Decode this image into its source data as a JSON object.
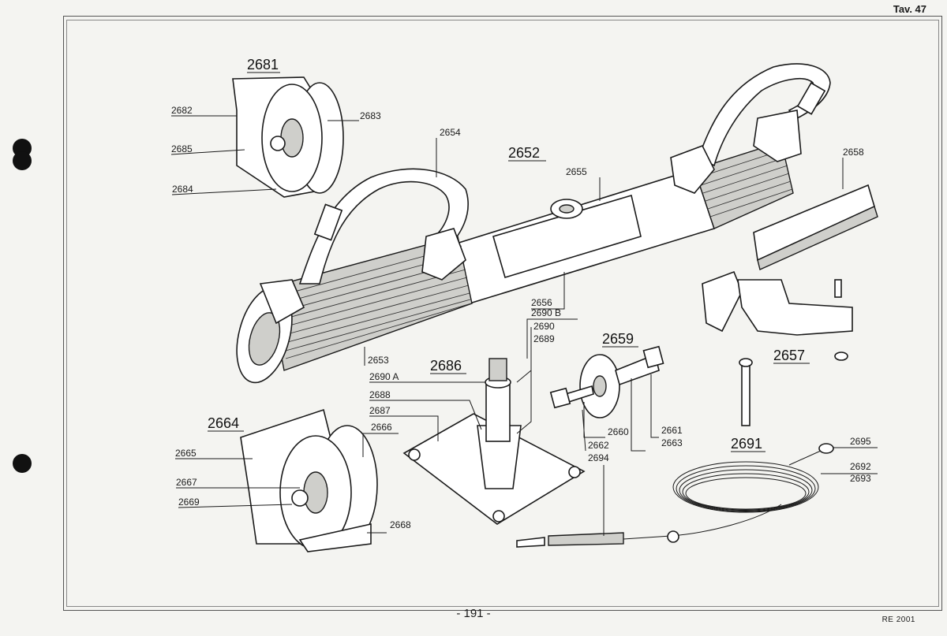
{
  "page": {
    "title": "Tav. 47",
    "number": "- 191 -",
    "code": "RE 2001"
  },
  "groups": {
    "g2652": "2652",
    "g2659": "2659",
    "g2657": "2657",
    "g2664": "2664",
    "g2681": "2681",
    "g2686": "2686",
    "g2691": "2691"
  },
  "parts": {
    "p2653": "2653",
    "p2654": "2654",
    "p2655": "2655",
    "p2656": "2656",
    "p2658": "2658",
    "p2660": "2660",
    "p2661": "2661",
    "p2662": "2662",
    "p2663": "2663",
    "p2665": "2665",
    "p2666": "2666",
    "p2667": "2667",
    "p2668": "2668",
    "p2669": "2669",
    "p2682": "2682",
    "p2683": "2683",
    "p2684": "2684",
    "p2685": "2685",
    "p2687": "2687",
    "p2688": "2688",
    "p2689": "2689",
    "p2690": "2690",
    "p2690a": "2690 A",
    "p2690b": "2690 B",
    "p2692": "2692",
    "p2693": "2693",
    "p2694": "2694",
    "p2695": "2695"
  }
}
